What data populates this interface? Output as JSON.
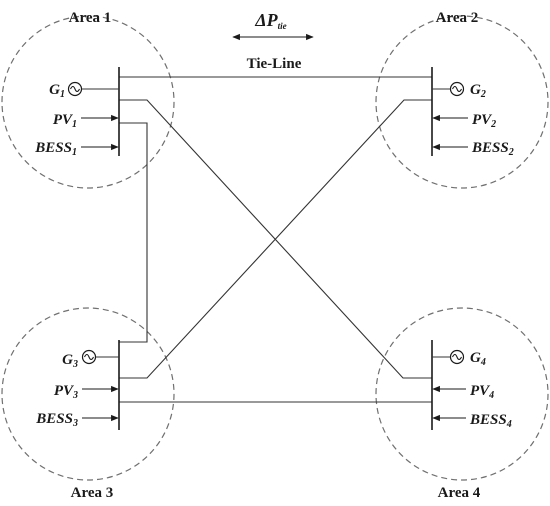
{
  "diagram": {
    "delta_p": {
      "main": "ΔP",
      "sub": "tie"
    },
    "tie_line": "Tie-Line",
    "areas": [
      {
        "label": "Area 1",
        "gen": {
          "main": "G",
          "sub": "1"
        },
        "pv": {
          "main": "PV",
          "sub": "1"
        },
        "bess": {
          "main": "BESS",
          "sub": "1"
        }
      },
      {
        "label": "Area 2",
        "gen": {
          "main": "G",
          "sub": "2"
        },
        "pv": {
          "main": "PV",
          "sub": "2"
        },
        "bess": {
          "main": "BESS",
          "sub": "2"
        }
      },
      {
        "label": "Area 3",
        "gen": {
          "main": "G",
          "sub": "3"
        },
        "pv": {
          "main": "PV",
          "sub": "3"
        },
        "bess": {
          "main": "BESS",
          "sub": "3"
        }
      },
      {
        "label": "Area 4",
        "gen": {
          "main": "G",
          "sub": "4"
        },
        "pv": {
          "main": "PV",
          "sub": "4"
        },
        "bess": {
          "main": "BESS",
          "sub": "4"
        }
      }
    ]
  }
}
